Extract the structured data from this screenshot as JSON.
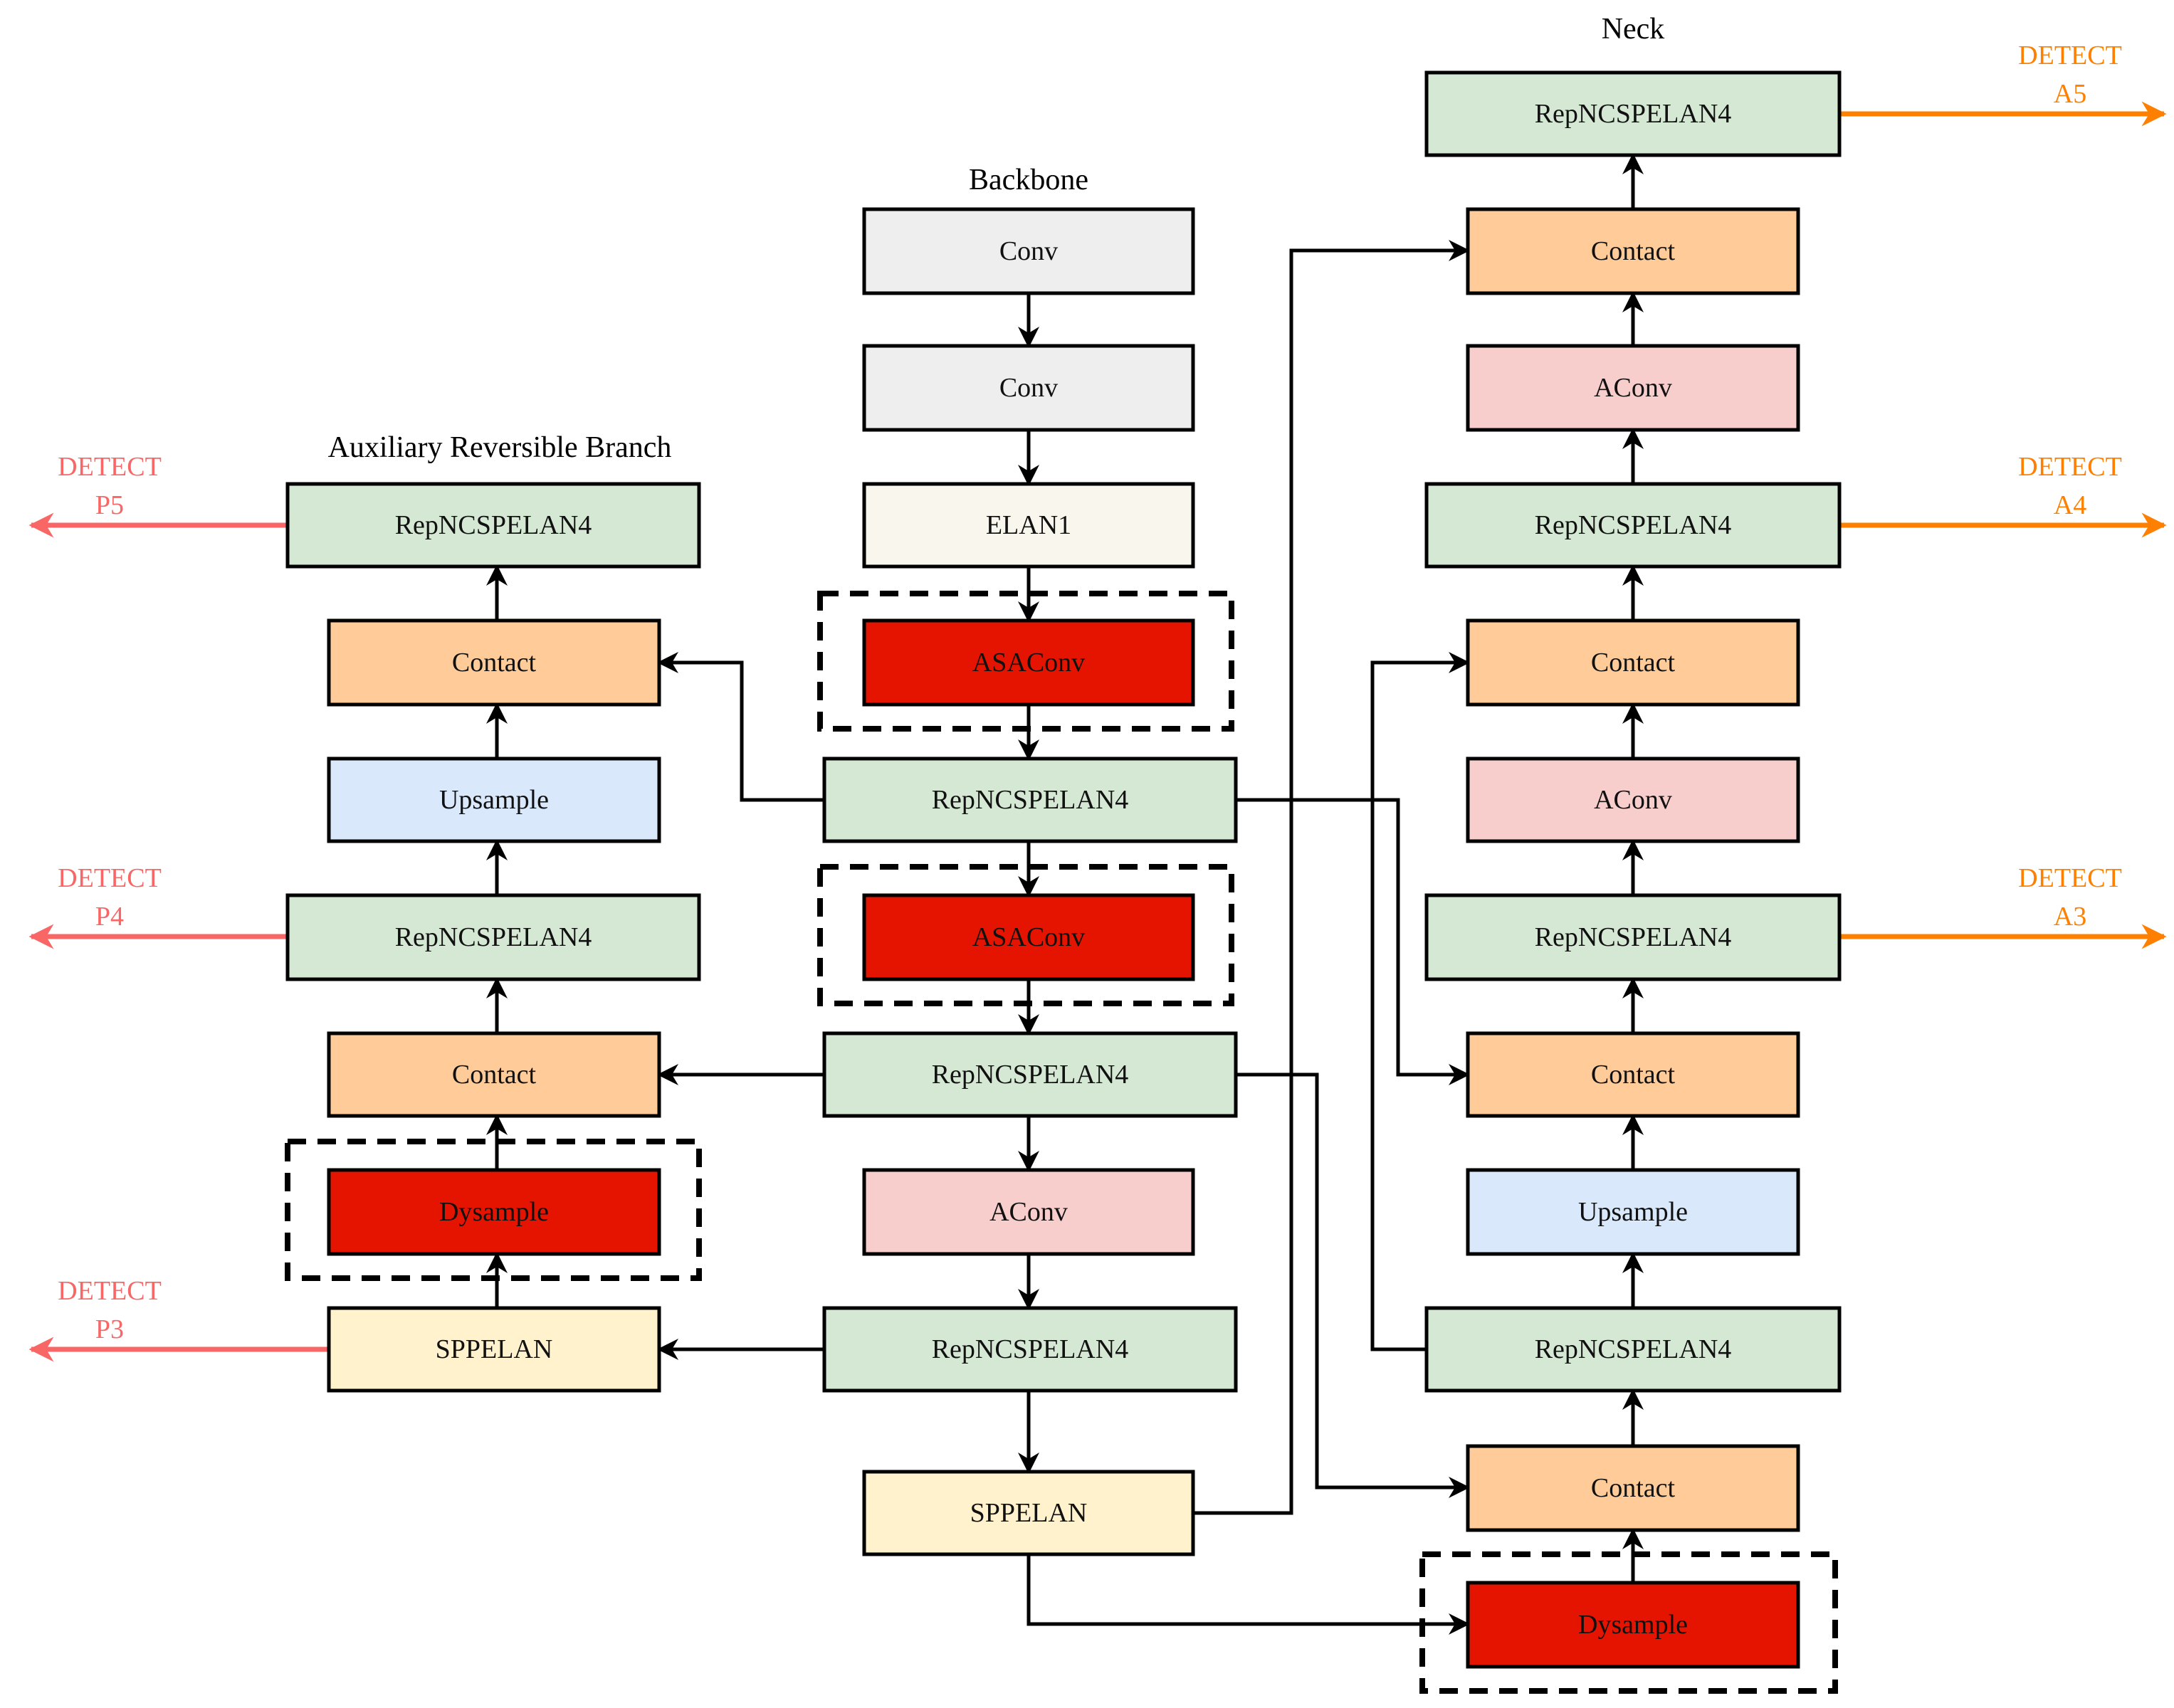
{
  "titles": {
    "backbone": "Backbone",
    "neck": "Neck",
    "aux": "Auxiliary Reversible Branch"
  },
  "colors": {
    "green": "#d5e8d4",
    "orange": "#ffcc99",
    "red": "#e51400",
    "gray": "#eeeeee",
    "cream": "#f9f7ed",
    "pink": "#f8cecc",
    "blue": "#dae8fc",
    "yellow": "#fff2cc",
    "detect_p": "#f86666",
    "detect_a": "#ff8000"
  },
  "backbone": {
    "conv1": "Conv",
    "conv2": "Conv",
    "elan1": "ELAN1",
    "asaconv1": "ASAConv",
    "rep1": "RepNCSPELAN4",
    "asaconv2": "ASAConv",
    "rep2": "RepNCSPELAN4",
    "aconv": "AConv",
    "rep3": "RepNCSPELAN4",
    "sppelan": "SPPELAN"
  },
  "aux": {
    "rep_top": "RepNCSPELAN4",
    "contact_top": "Contact",
    "upsample": "Upsample",
    "rep_mid": "RepNCSPELAN4",
    "contact_mid": "Contact",
    "dysample": "Dysample",
    "sppelan": "SPPELAN"
  },
  "neck": {
    "rep_top": "RepNCSPELAN4",
    "contact_top": "Contact",
    "aconv_top": "AConv",
    "rep_a4": "RepNCSPELAN4",
    "contact_a4": "Contact",
    "aconv_mid": "AConv",
    "rep_a3": "RepNCSPELAN4",
    "contact_a3": "Contact",
    "upsample": "Upsample",
    "rep_low": "RepNCSPELAN4",
    "contact_low": "Contact",
    "dysample": "Dysample"
  },
  "detect": {
    "p5": {
      "line1": "DETECT",
      "line2": "P5"
    },
    "p4": {
      "line1": "DETECT",
      "line2": "P4"
    },
    "p3": {
      "line1": "DETECT",
      "line2": "P3"
    },
    "a5": {
      "line1": "DETECT",
      "line2": "A5"
    },
    "a4": {
      "line1": "DETECT",
      "line2": "A4"
    },
    "a3": {
      "line1": "DETECT",
      "line2": "A3"
    }
  }
}
